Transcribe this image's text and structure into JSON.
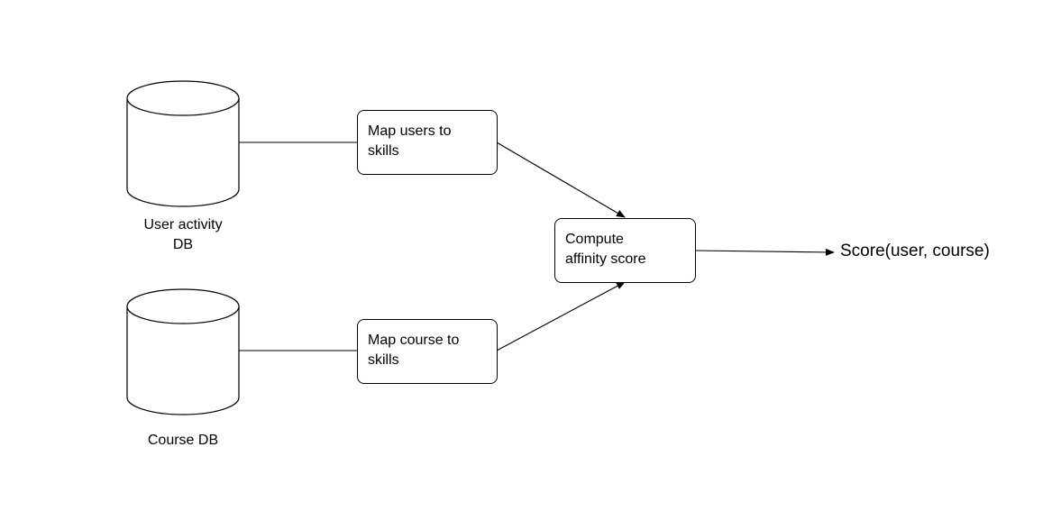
{
  "databases": [
    {
      "id": "user-activity-db",
      "label": "User activity\nDB"
    },
    {
      "id": "course-db",
      "label": "Course DB"
    }
  ],
  "processes": [
    {
      "id": "map-users",
      "label": "Map users to\nskills"
    },
    {
      "id": "map-course",
      "label": "Map course to\nskills"
    },
    {
      "id": "compute",
      "label": "Compute\naffinity score"
    }
  ],
  "output": {
    "label": "Score(user, course)"
  },
  "colors": {
    "stroke": "#000000",
    "fill": "#ffffff",
    "text": "#000000"
  }
}
